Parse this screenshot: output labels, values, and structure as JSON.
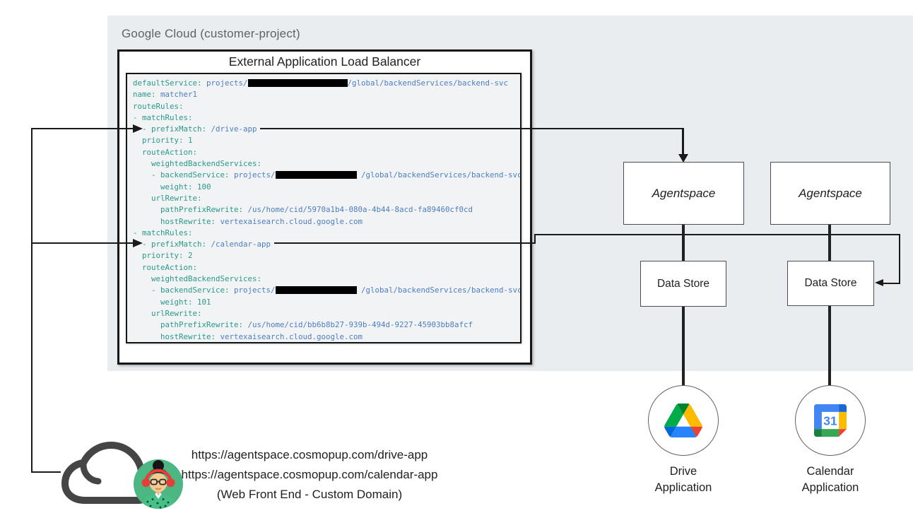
{
  "header": {
    "region_label": "Google Cloud (customer-project)"
  },
  "load_balancer": {
    "title": "External Application Load Balancer",
    "config_lines": [
      {
        "segments": [
          {
            "type": "key",
            "text": "defaultService:"
          },
          {
            "type": "str",
            "text": " projects/"
          },
          {
            "type": "redacted",
            "width": 141
          },
          {
            "type": "str",
            "text": "/global/backendServices/backend-svc"
          }
        ]
      },
      {
        "segments": [
          {
            "type": "key",
            "text": "name:"
          },
          {
            "type": "str",
            "text": " matcher1"
          }
        ]
      },
      {
        "segments": [
          {
            "type": "key",
            "text": "routeRules:"
          }
        ]
      },
      {
        "segments": [
          {
            "type": "key",
            "text": "- matchRules:"
          }
        ]
      },
      {
        "segments": [
          {
            "type": "key",
            "text": "  - prefixMatch:"
          },
          {
            "type": "str",
            "text": " /drive-app"
          }
        ]
      },
      {
        "segments": [
          {
            "type": "key",
            "text": "  priority:"
          },
          {
            "type": "num",
            "text": " 1"
          }
        ]
      },
      {
        "segments": [
          {
            "type": "key",
            "text": "  routeAction:"
          }
        ]
      },
      {
        "segments": [
          {
            "type": "key",
            "text": "    weightedBackendServices:"
          }
        ]
      },
      {
        "segments": [
          {
            "type": "key",
            "text": "    - backendService:"
          },
          {
            "type": "str",
            "text": " projects/"
          },
          {
            "type": "redacted",
            "width": 115
          },
          {
            "type": "str",
            "text": " /global/backendServices/backend-svc"
          }
        ]
      },
      {
        "segments": [
          {
            "type": "key",
            "text": "      weight:"
          },
          {
            "type": "num",
            "text": " 100"
          }
        ]
      },
      {
        "segments": [
          {
            "type": "key",
            "text": "    urlRewrite:"
          }
        ]
      },
      {
        "segments": [
          {
            "type": "key",
            "text": "      pathPrefixRewrite:"
          },
          {
            "type": "str",
            "text": " /us/home/cid/5970a1b4-080a-4b44-8acd-fa89460cf0cd"
          }
        ]
      },
      {
        "segments": [
          {
            "type": "key",
            "text": "      hostRewrite:"
          },
          {
            "type": "str",
            "text": " vertexaisearch.cloud.google.com"
          }
        ]
      },
      {
        "segments": [
          {
            "type": "key",
            "text": "- matchRules:"
          }
        ]
      },
      {
        "segments": [
          {
            "type": "key",
            "text": "  - prefixMatch:"
          },
          {
            "type": "str",
            "text": " /calendar-app"
          }
        ]
      },
      {
        "segments": [
          {
            "type": "key",
            "text": "  priority:"
          },
          {
            "type": "num",
            "text": " 2"
          }
        ]
      },
      {
        "segments": [
          {
            "type": "key",
            "text": "  routeAction:"
          }
        ]
      },
      {
        "segments": [
          {
            "type": "key",
            "text": "    weightedBackendServices:"
          }
        ]
      },
      {
        "segments": [
          {
            "type": "key",
            "text": "    - backendService:"
          },
          {
            "type": "str",
            "text": " projects/"
          },
          {
            "type": "redacted",
            "width": 115
          },
          {
            "type": "str",
            "text": " /global/backendServices/backend-svc"
          }
        ]
      },
      {
        "segments": [
          {
            "type": "key",
            "text": "      weight:"
          },
          {
            "type": "num",
            "text": " 101"
          }
        ]
      },
      {
        "segments": [
          {
            "type": "key",
            "text": "    urlRewrite:"
          }
        ]
      },
      {
        "segments": [
          {
            "type": "key",
            "text": "      pathPrefixRewrite:"
          },
          {
            "type": "str",
            "text": " /us/home/cid/bb6b8b27-939b-494d-9227-45903bb8afcf"
          }
        ]
      },
      {
        "segments": [
          {
            "type": "key",
            "text": "      hostRewrite:"
          },
          {
            "type": "str",
            "text": " vertexaisearch.cloud.google.com"
          }
        ]
      }
    ]
  },
  "agentspace": {
    "box1_label": "Agentspace",
    "box2_label": "Agentspace"
  },
  "data_stores": {
    "box1_label": "Data Store",
    "box2_label": "Data Store"
  },
  "applications": {
    "drive_line1": "Drive",
    "drive_line2": "Application",
    "calendar_line1": "Calendar",
    "calendar_line2": "Application",
    "calendar_day": "31"
  },
  "frontend": {
    "url_drive": "https://agentspace.cosmopup.com/drive-app",
    "url_calendar": "https://agentspace.cosmopup.com/calendar-app",
    "caption": "(Web Front End - Custom Domain)"
  },
  "colors": {
    "region_bg": "#e9edf0",
    "code_bg": "#f1f3f4",
    "code_key": "#2a998b",
    "code_string": "#4d7ec4",
    "code_number": "#2a998b",
    "redacted": "#000000",
    "connector": "#1a1a1a",
    "drive_green": "#00ac47",
    "drive_dark_green": "#00832d",
    "drive_blue": "#2684fc",
    "drive_blue_dark": "#0066da",
    "drive_yellow": "#ffba00",
    "drive_red": "#ea4335",
    "calendar_blue": "#4285f4",
    "calendar_dark_blue": "#1967d2",
    "calendar_yellow": "#fbbc04",
    "calendar_green": "#34a853",
    "calendar_dark_green": "#188038",
    "calendar_red": "#ea4335",
    "avatar_bg": "#4cb783"
  }
}
